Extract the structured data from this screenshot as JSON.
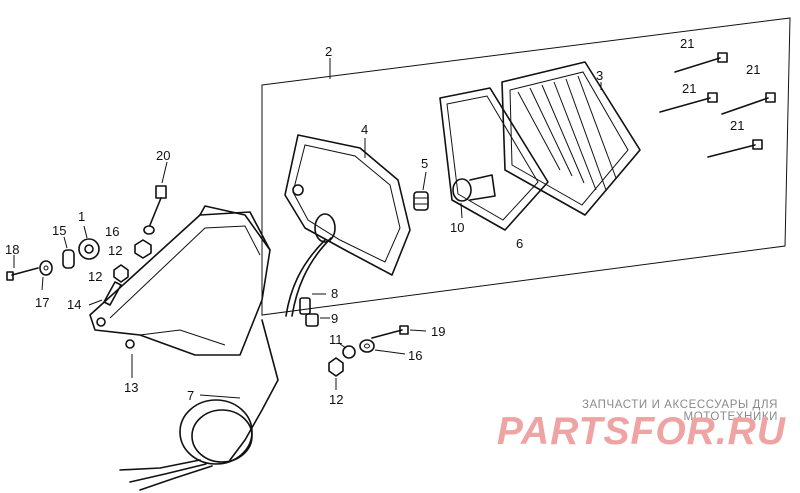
{
  "callouts": {
    "c1": "1",
    "c2": "2",
    "c3": "3",
    "c4": "4",
    "c5": "5",
    "c6": "6",
    "c7": "7",
    "c8": "8",
    "c9": "9",
    "c10": "10",
    "c11": "11",
    "c12a": "12",
    "c12b": "12",
    "c12c": "12",
    "c13": "13",
    "c14": "14",
    "c15": "15",
    "c16a": "16",
    "c16b": "16",
    "c17": "17",
    "c18": "18",
    "c19": "19",
    "c20": "20",
    "c21a": "21",
    "c21b": "21",
    "c21c": "21",
    "c21d": "21"
  },
  "watermark": {
    "tagline": "ЗАПЧАСТИ И АКСЕССУАРЫ ДЛЯ МОТОТЕХНИКИ",
    "logo": "PARTSFOR.RU"
  },
  "colors": {
    "ink": "#111111",
    "watermark_text": "#8a8a8a",
    "watermark_logo": "#f0a3a3"
  }
}
